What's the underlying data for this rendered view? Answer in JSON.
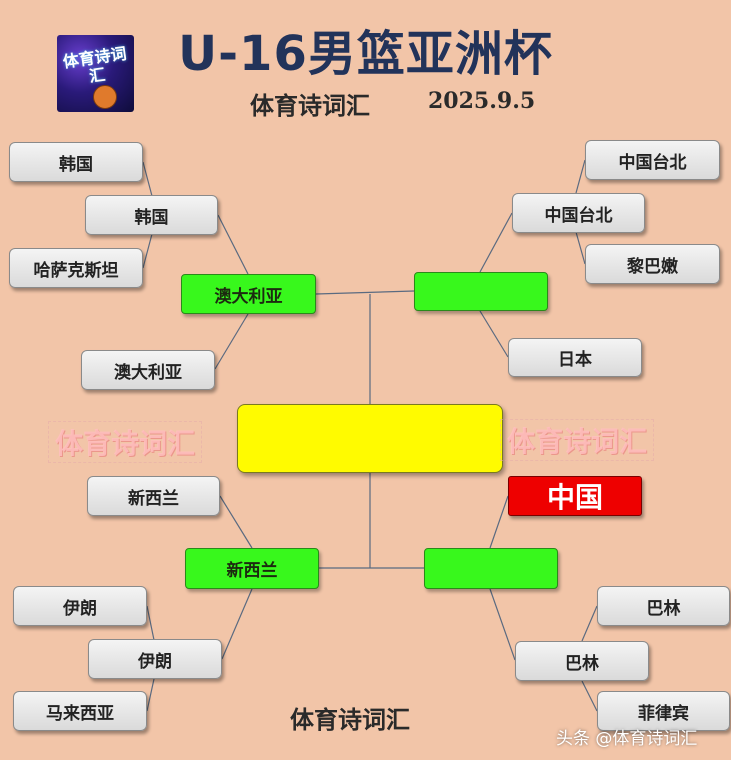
{
  "header": {
    "title": "U-16男篮亚洲杯",
    "brand": "体育诗词汇",
    "date": "2025.9.5"
  },
  "logo": {
    "text": "体育诗词汇"
  },
  "bracket": {
    "top_left": {
      "qf1_team_a": "韩国",
      "qf1_winner": "韩国",
      "qf1_team_b": "哈萨克斯坦",
      "qf2_team": "澳大利亚",
      "semifinalist": "澳大利亚"
    },
    "top_right": {
      "qf1_team_a": "中国台北",
      "qf1_winner": "中国台北",
      "qf1_team_b": "黎巴嫩",
      "qf2_team": "日本",
      "semifinalist": ""
    },
    "bottom_left": {
      "qf2_team": "新西兰",
      "semifinalist": "新西兰",
      "qf1_team_a": "伊朗",
      "qf1_winner": "伊朗",
      "qf1_team_b": "马来西亚"
    },
    "bottom_right": {
      "qf2_team": "中国",
      "semifinalist": "",
      "qf1_team_a": "巴林",
      "qf1_winner": "巴林",
      "qf1_team_b": "菲律宾"
    },
    "final": ""
  },
  "watermarks": {
    "left": "体育诗词汇",
    "right": "体育诗词汇"
  },
  "footer": {
    "brand": "体育诗词汇",
    "credit": "头条 @体育诗词汇"
  },
  "colors": {
    "background": "#f2c5a8",
    "semifinal_box": "#38f81c",
    "final_box": "#fffb00",
    "highlight_team": "#ee0000",
    "title": "#22335a"
  }
}
